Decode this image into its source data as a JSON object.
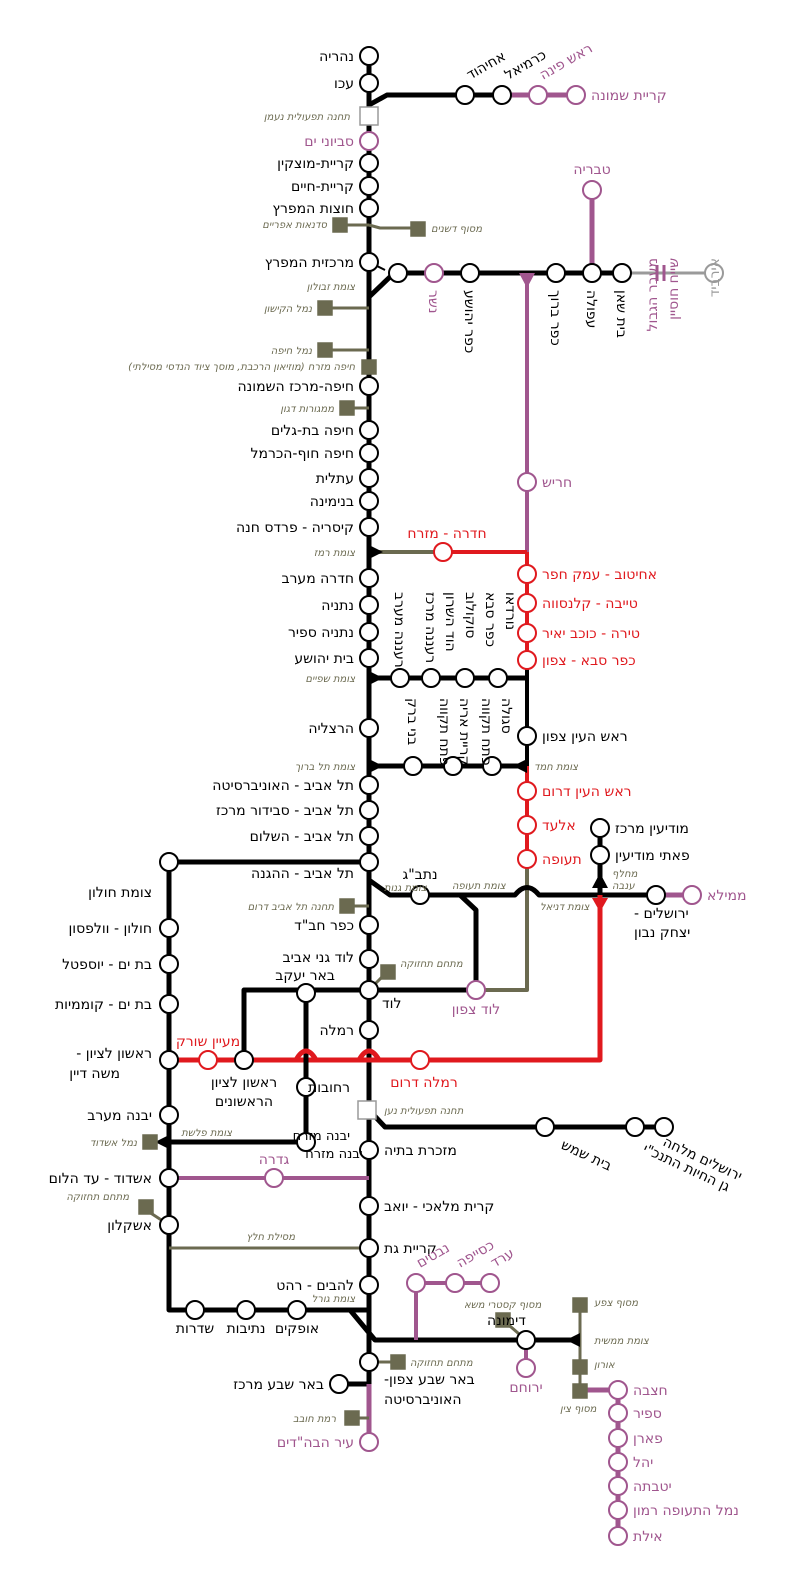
{
  "colors": {
    "main": "#000000",
    "planned": "#a0568e",
    "new_red": "#e0191e",
    "freight": "#6b6a50",
    "grey": "#9a9a9a",
    "station_fill": "#ffffff",
    "label_black": "#000000",
    "label_note": "#6b6a50"
  },
  "stations": {
    "nahariya": "נהריה",
    "akko": "עכו",
    "naaman_depot": "תחנה תפעולית נעמן",
    "savyonei_yam": "סביוני ים",
    "kiryat_motzkin": "קריית-מוצקין",
    "kiryat_haim": "קריית-חיים",
    "hutzot_hamifratz": "חוצות המפרץ",
    "sadnaot_efraim": "סדנאות אפריים",
    "dshanim_terminal": "מסוף דשנים",
    "merkazit_hamifratz": "מרכזית המפרץ",
    "tzomet_zevulun": "צומת זבולון",
    "kishon_port": "נמל הקישון",
    "haifa_port": "נמל חיפה",
    "haifa_mizrah_depot": "חיפה מזרח (מוזיאון הרכבת, מוסך ציוד הנדסי מסילתי)",
    "haifa_merkaz": "חיפה-מרכז השמונה",
    "dagon": "ממגורות דגון",
    "bat_galim": "חיפה בת-גלים",
    "hof_hacarmel": "חיפה חוף-הכרמל",
    "atlit": "עתלית",
    "binyamina": "בנימינה",
    "caesarea": "קיסריה - פרדס חנה",
    "tzomet_remez": "צומת רמז",
    "hadera_mizrah": "חדרה - מזרח",
    "hadera_maarav": "חדרה מערב",
    "netanya": "נתניה",
    "netanya_sapir": "נתניה ספיר",
    "beit_yehoshua": "בית יהושע",
    "tzomet_shfaim": "צומת שפיים",
    "herzliya": "הרצליה",
    "tzomet_tel_baruch": "צומת תל ברוך",
    "tlv_university": "תל אביב - האוניברסיטה",
    "tlv_savidor": "תל אביב - סבידור מרכז",
    "tlv_hashalom": "תל אביב - השלום",
    "tlv_hahagana": "תל אביב - ההגנה",
    "tzomet_ganot": "צומת גנות",
    "tlv_south_depot": "תחנה תל אביב דרום",
    "kfar_habad": "כפר חב\"ד",
    "lod_ganei_aviv": "לוד גני אביב",
    "maintenance1": "מתחם תחזוקה",
    "beer_yaakov": "באר יעקב",
    "lod": "לוד",
    "ramla": "רמלה",
    "rehovot": "רחובות",
    "naan_depot": "תחנה תפעולית נען",
    "yavne_mizrah": "יבנה מזרח",
    "mazkeret_batya": "מזכרת בתיה",
    "tzomet_plashet": "צומת פלשת",
    "ashdod_port": "נמל אשדוד",
    "gedera": "גדרה",
    "kiryat_malachi": "קרית מלאכי - יואב",
    "maintenance2": "מתחם תחזוקה",
    "ashkelon": "אשקלון",
    "halutz_line": "מסילת חלץ",
    "kiryat_gat": "קריית גת",
    "lehavim": "להבים - רהט",
    "tzomet_goral": "צומת גורל",
    "ofakim": "אופקים",
    "netivot": "נתיבות",
    "sderot": "שדרות",
    "beer_sheva_north": "באר שבע צפון-",
    "beer_sheva_north2": "האוניברסיטה",
    "maintenance3": "מתחם תחזוקה",
    "beer_sheva_center": "באר שבע מרכז",
    "ramat_hovav": "רמת חובב",
    "ir_habahadim": "עיר הבה\"דים",
    "ashdod_ad_halom": "אשדוד - עד הלום",
    "yavne_maarav": "יבנה מערב",
    "rishon_moshe_dayan": "ראשון לציון -",
    "rishon_moshe_dayan2": "משה דיין",
    "bat_yam_komemiyut": "בת ים - קוממיות",
    "bat_yam_yoseftal": "בת ים - יוספטל",
    "holon_wolfson": "חולון - וולפסון",
    "tzomet_holon": "צומת חולון",
    "maayan_sorek": "מעיין שורק",
    "rishon_rishonim": "ראשון לציון",
    "rishon_rishonim2": "הראשונים",
    "ramla_darom": "רמלה דרום",
    "lod_tzafon": "לוד צפון",
    "natbag": "נתב\"ג",
    "tzomet_teufa": "צומת תעופה",
    "tzomet_daniel": "צומת דניאל",
    "mahlaf_anava": "מחלף",
    "mahlaf_anava2": "ענבה",
    "modiin_merkaz": "מודיעין מרכז",
    "pasei_modiin": "פאתי מודיעין",
    "jerusalem_navon": "ירושלים -",
    "jerusalem_navon2": "יצחק נבון",
    "mamila": "ממילא",
    "teufa": "תעופה",
    "elad": "אלעד",
    "rosh_haayin_darom": "ראש העין דרום",
    "tzomet_hemed": "צומת חמד",
    "rosh_haayin_tzafon": "ראש העין צפון",
    "kfar_saba_tzafon": "כפר סבא - צפון",
    "tira": "טירה - כוכב יאיר",
    "tayibe": "טייבה - קלנסווה",
    "ahituv": "אחיטוב - עמק חפר",
    "harish": "חריש",
    "bnei_brak": "בני ברק",
    "petah_tikva_kiryat_arye": "פתח תקווה",
    "petah_tikva_kiryat_arye2": "קריית אריה",
    "petah_tikva_segula": "פתח תקווה",
    "petah_tikva_segula2": "סגולה",
    "raanana_west": "רעננה מערב",
    "raanana_center": "רעננה מרכז",
    "hod_hasharon": "הוד השרון",
    "sokolov": "סוקולוב",
    "kfar_saba": "כפר סבא",
    "nordau": "נורדאו",
    "beit_shemesh": "בית שמש",
    "jerusalem_malha": "ירושלים מלחה",
    "jerusalem_malha2": "גן החיות התנכ\"י",
    "dimona": "דימונה",
    "yeruham": "ירוחם",
    "kastri_terminal": "מסוף קסטרי משא",
    "nevatim": "נבטים",
    "kseife": "כסייפה",
    "arad": "ערד",
    "tzefa_terminal": "מסוף צפע",
    "tzomet_mamshit": "צומת ממשית",
    "oron": "אורון",
    "tzin_terminal": "מסוף צין",
    "hatzeva": "חצבה",
    "sapir": "ספיר",
    "paran": "פארן",
    "yahel": "יהל",
    "yotvata": "יטבתה",
    "ramon_airport": "נמל התעופה רמון",
    "eilat": "אילת",
    "nesher": "נשר",
    "kfar_yehoshua": "כפר יהושע",
    "kfar_baruch": "כפר ברוך",
    "afula": "עפולה",
    "beit_shean": "בית שאן",
    "tiberias": "טבריה",
    "sheikh_hussein": "מעבר הגבול",
    "sheikh_hussein2": "שייח חוסיין",
    "irbid": "אירביד",
    "ahihud": "אחיהוד",
    "karmiel": "כרמיאל",
    "rosh_pina": "ראש פינה",
    "kiryat_shmona": "קריית שמונה"
  }
}
